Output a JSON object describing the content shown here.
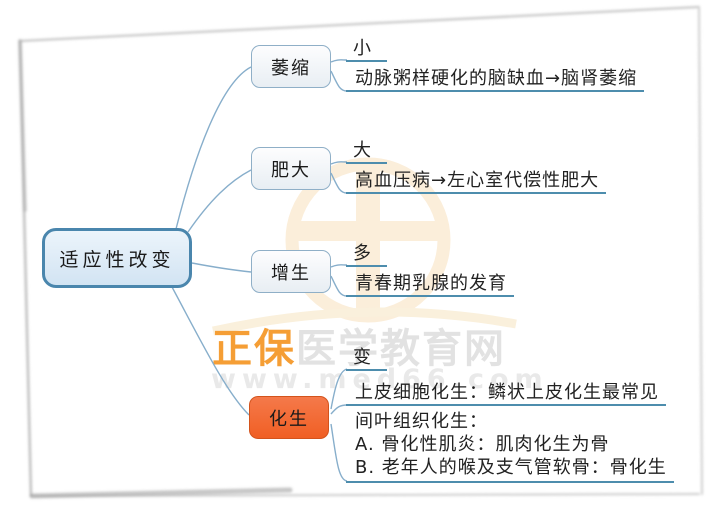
{
  "root": {
    "label": "适应性改变"
  },
  "branches": [
    {
      "label": "萎缩",
      "children": [
        {
          "text": "小"
        },
        {
          "text": "动脉粥样硬化的脑缺血→脑肾萎缩"
        }
      ]
    },
    {
      "label": "肥大",
      "children": [
        {
          "text": "大"
        },
        {
          "text": "高血压病→左心室代偿性肥大"
        }
      ]
    },
    {
      "label": "增生",
      "children": [
        {
          "text": "多"
        },
        {
          "text": "青春期乳腺的发育"
        }
      ]
    },
    {
      "label": "化生",
      "children": [
        {
          "text": "变"
        },
        {
          "text": "上皮细胞化生：鳞状上皮化生最常见"
        },
        {
          "lines": [
            "间叶组织化生：",
            "A. 骨化性肌炎：肌肉化生为骨",
            "B. 老年人的喉及支气管软骨：骨化生"
          ]
        }
      ]
    }
  ],
  "watermark": {
    "brand_highlight": "正保",
    "brand_rest": "医学教育网",
    "url": "www.med66.com",
    "logo": "zhengbao-circle-cross-logo"
  },
  "colors": {
    "branch_line": "#87aecb",
    "underline": "#4d8dad",
    "root_border": "#4a86ad",
    "node_border": "#8fafc7",
    "accent_fill": "#f0642c",
    "accent_border": "#d3531c",
    "watermark_orange": "#f59e35",
    "watermark_gray": "#e2e2e2",
    "logo_peach": "#fbeeda"
  }
}
